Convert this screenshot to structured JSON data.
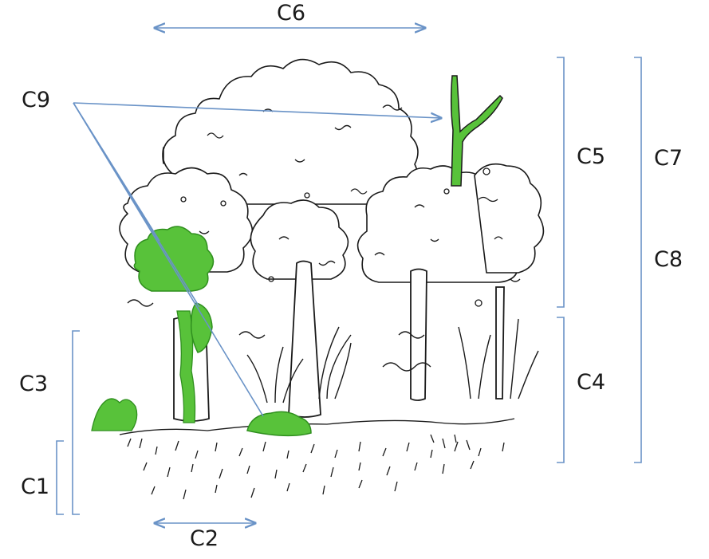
{
  "labels": {
    "c1": "C1",
    "c2": "C2",
    "c3": "C3",
    "c4": "C4",
    "c5": "C5",
    "c6": "C6",
    "c7": "C7",
    "c8": "C8",
    "c9": "C9"
  },
  "colors": {
    "annotation_line": "#6a93c7",
    "ink": "#1a1a1a",
    "highlight_green": "#58c23a",
    "highlight_green_dark": "#2f8f1e"
  }
}
